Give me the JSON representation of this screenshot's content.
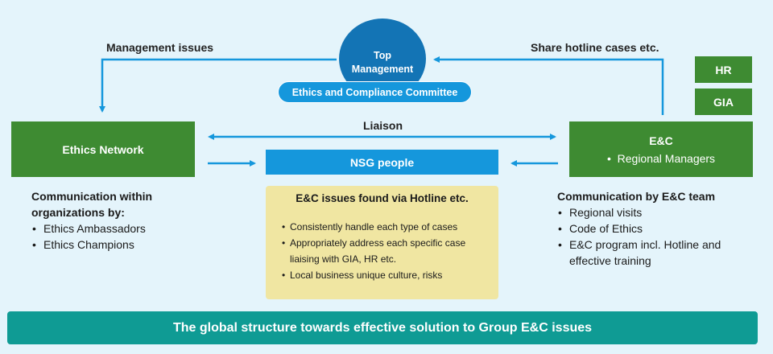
{
  "top_management": {
    "line1": "Top",
    "line2": "Management"
  },
  "committee": "Ethics and Compliance Committee",
  "labels": {
    "management_issues": "Management issues",
    "share_hotline": "Share hotline cases etc.",
    "liaison": "Liaison"
  },
  "ethics_network": "Ethics Network",
  "ec_box": {
    "title": "E&C",
    "item": "Regional Managers"
  },
  "hr": "HR",
  "gia": "GIA",
  "nsg": "NSG people",
  "issues_box": {
    "title": "E&C issues found via Hotline etc.",
    "items": [
      "Consistently handle each type of cases",
      "Appropriately address each specific case liaising with GIA, HR etc.",
      "Local business unique culture, risks"
    ]
  },
  "left_comm": {
    "title": "Communication within organizations by:",
    "items": [
      "Ethics Ambassadors",
      "Ethics Champions"
    ]
  },
  "right_comm": {
    "title": "Communication by E&C team",
    "items": [
      "Regional visits",
      "Code of Ethics",
      "E&C program incl. Hotline and effective training"
    ]
  },
  "footer": "The global structure towards effective solution to Group E&C issues",
  "colors": {
    "background": "#e4f4fb",
    "green": "#3e8b32",
    "blue": "#1597dc",
    "dark_blue": "#1374b5",
    "yellow": "#f0e6a2",
    "teal": "#0f9b94"
  }
}
